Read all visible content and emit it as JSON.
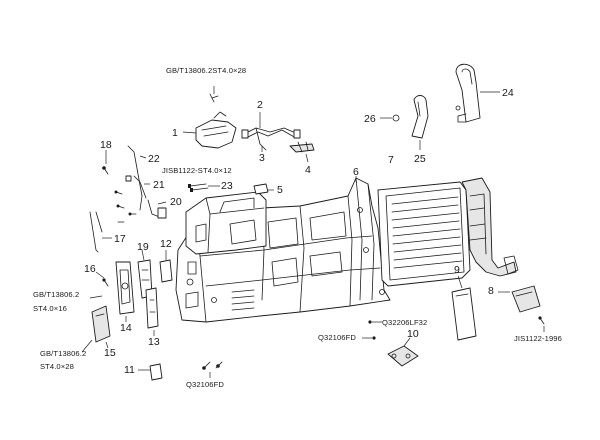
{
  "labels": {
    "c1": "1",
    "c2": "2",
    "c3": "3",
    "c4": "4",
    "c5": "5",
    "c6": "6",
    "c7": "7",
    "c8": "8",
    "c9": "9",
    "c10": "10",
    "c11": "11",
    "c12": "12",
    "c13": "13",
    "c14": "14",
    "c15": "15",
    "c16": "16",
    "c17": "17",
    "c18": "18",
    "c19": "19",
    "c20": "20",
    "c21": "21",
    "c22": "22",
    "c23": "23",
    "c24": "24",
    "c25": "25",
    "c26": "26"
  },
  "notes": {
    "gb_st4_28_top": "GB/T13806.2ST4.0×28",
    "jisb_st4_12": "JISB1122-ST4.0×12",
    "gb_a_line1": "GB/T13806.2",
    "gb_a_line2": "ST4.0×16",
    "gb_b_line1": "GB/T13806.2",
    "gb_b_line2": "ST4.0×28",
    "q32206lf32": "Q32206LF32",
    "q32106fd_right": "Q32106FD",
    "q32106fd_bottom": "Q32106FD",
    "jis1122_1996": "JIS1122-1996"
  }
}
